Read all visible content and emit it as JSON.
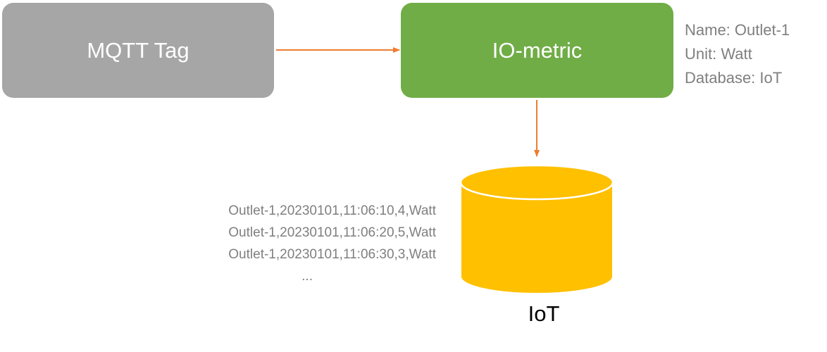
{
  "colors": {
    "mqtt_box": "#a6a6a6",
    "metric_box": "#70ad47",
    "database": "#ffc000",
    "arrow": "#ed7d31",
    "gray_text": "#7f7f7f"
  },
  "nodes": {
    "mqtt_tag": {
      "label": "MQTT Tag"
    },
    "io_metric": {
      "label": "IO-metric"
    },
    "database": {
      "label": "IoT",
      "icon": "database-cylinder-icon"
    }
  },
  "io_metric_properties": [
    "Name: Outlet-1",
    "Unit: Watt",
    "Database: IoT"
  ],
  "records": [
    "Outlet-1,20230101,11:06:10,4,Watt",
    "Outlet-1,20230101,11:06:20,5,Watt",
    "Outlet-1,20230101,11:06:30,3,Watt",
    "..."
  ]
}
